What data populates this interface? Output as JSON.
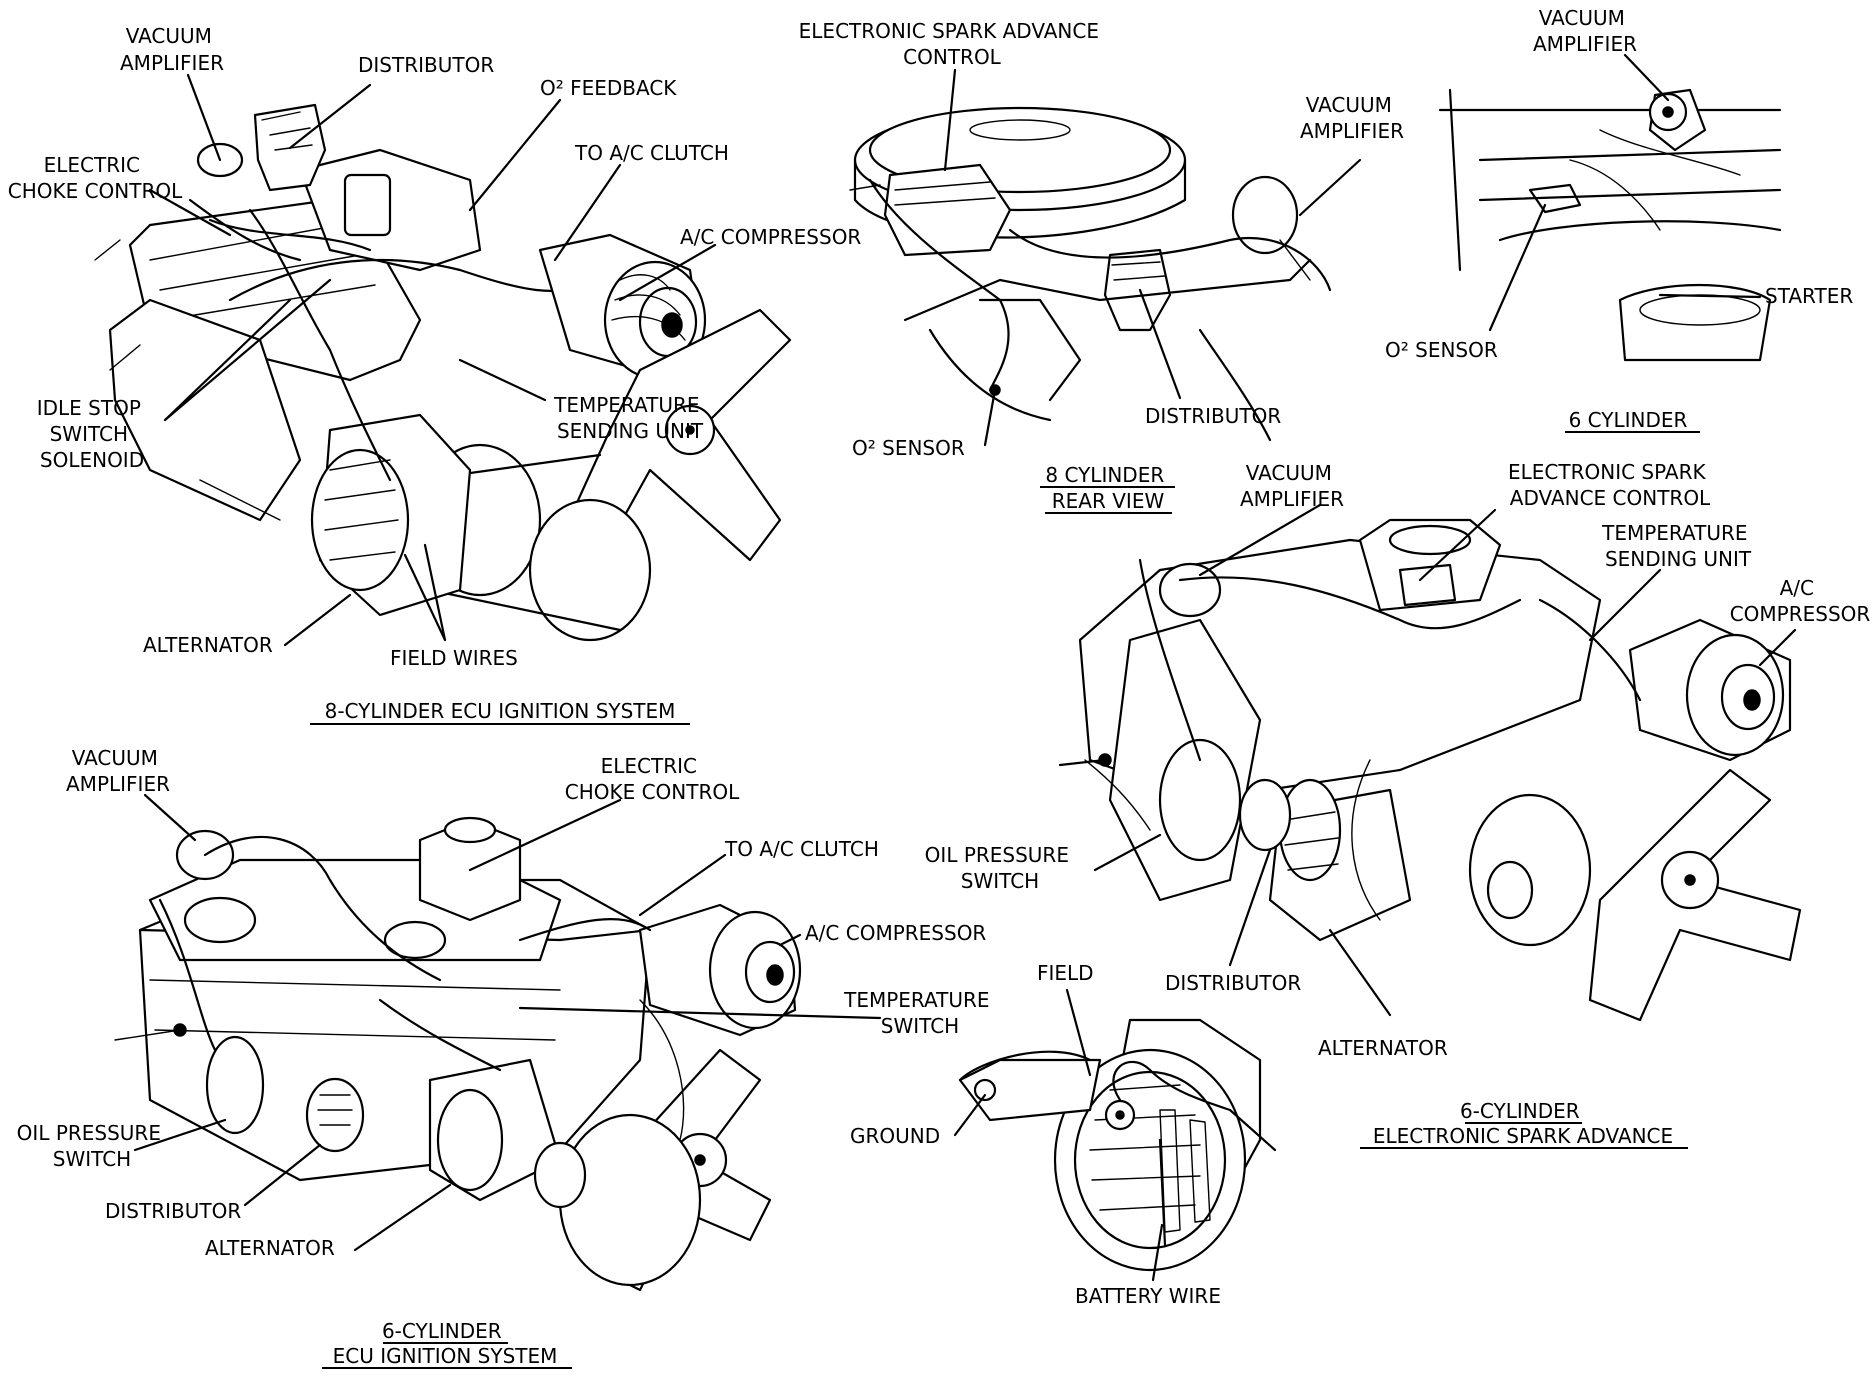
{
  "panels": {
    "top_left": {
      "title": "8-CYLINDER ECU IGNITION SYSTEM",
      "labels": {
        "vacuum_amplifier": [
          "VACUUM",
          "AMPLIFIER"
        ],
        "distributor": "DISTRIBUTOR",
        "o2_feedback": "O² FEEDBACK",
        "electric_choke_control": [
          "ELECTRIC",
          "CHOKE CONTROL"
        ],
        "to_ac_clutch": "TO A/C CLUTCH",
        "ac_compressor": "A/C COMPRESSOR",
        "idle_stop_switch_solenoid": [
          "IDLE STOP",
          "SWITCH",
          "SOLENOID"
        ],
        "temperature_sending_unit": [
          "TEMPERATURE",
          "SENDING UNIT"
        ],
        "alternator": "ALTERNATOR",
        "field_wires": "FIELD WIRES"
      }
    },
    "top_middle": {
      "title": [
        "8 CYLINDER",
        "REAR VIEW"
      ],
      "labels": {
        "electronic_spark_advance_control": [
          "ELECTRONIC SPARK ADVANCE",
          "CONTROL"
        ],
        "vacuum_amplifier": [
          "VACUUM",
          "AMPLIFIER"
        ],
        "distributor": "DISTRIBUTOR",
        "o2_sensor": "O² SENSOR"
      }
    },
    "top_right": {
      "title": "6 CYLINDER",
      "labels": {
        "vacuum_amplifier": [
          "VACUUM",
          "AMPLIFIER"
        ],
        "starter": "STARTER",
        "o2_sensor": "O² SENSOR"
      }
    },
    "mid_right": {
      "title": [
        "6-CYLINDER",
        "ELECTRONIC SPARK ADVANCE"
      ],
      "labels": {
        "vacuum_amplifier": [
          "VACUUM",
          "AMPLIFIER"
        ],
        "electronic_spark_advance_control": [
          "ELECTRONIC SPARK",
          "ADVANCE CONTROL"
        ],
        "temperature_sending_unit": [
          "TEMPERATURE",
          "SENDING UNIT"
        ],
        "ac_compressor": [
          "A/C",
          "COMPRESSOR"
        ],
        "oil_pressure_switch": [
          "OIL PRESSURE",
          "SWITCH"
        ],
        "distributor": "DISTRIBUTOR",
        "alternator": "ALTERNATOR"
      }
    },
    "bottom_left": {
      "title": [
        "6-CYLINDER",
        "ECU IGNITION SYSTEM"
      ],
      "labels": {
        "vacuum_amplifier": [
          "VACUUM",
          "AMPLIFIER"
        ],
        "electric_choke_control": [
          "ELECTRIC",
          "CHOKE CONTROL"
        ],
        "to_ac_clutch": "TO A/C CLUTCH",
        "ac_compressor": "A/C COMPRESSOR",
        "temperature_switch": [
          "TEMPERATURE",
          "SWITCH"
        ],
        "oil_pressure_switch": [
          "OIL PRESSURE",
          "SWITCH"
        ],
        "distributor": "DISTRIBUTOR",
        "alternator": "ALTERNATOR"
      }
    },
    "bottom_middle": {
      "labels": {
        "field": "FIELD",
        "ground": "GROUND",
        "battery_wire": "BATTERY WIRE"
      }
    }
  }
}
